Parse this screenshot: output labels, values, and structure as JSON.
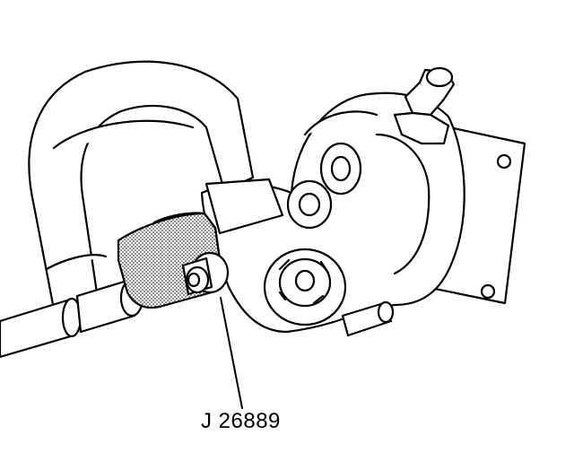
{
  "callout": {
    "label": "J 26889"
  },
  "colors": {
    "line": "#000000",
    "fill": "#ffffff",
    "stipple": "#555555"
  },
  "parts": [
    "c-clamp-frame",
    "clamp-screw",
    "pulley-remover-tool",
    "power-steering-pump",
    "pump-shaft",
    "pressure-fitting",
    "mounting-bracket"
  ]
}
